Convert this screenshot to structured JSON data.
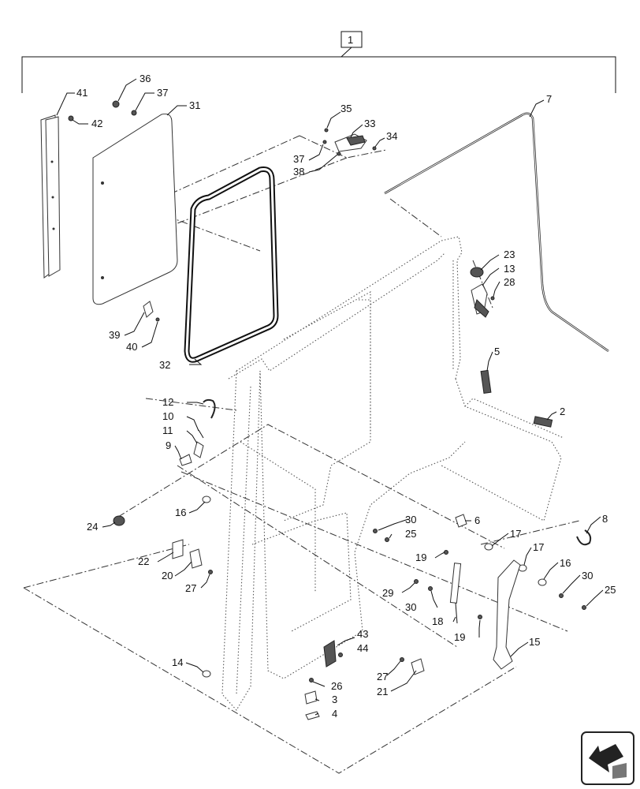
{
  "assembly": {
    "number": "1"
  },
  "callouts": [
    {
      "id": "c1",
      "text": "1"
    },
    {
      "id": "c2",
      "text": "2"
    },
    {
      "id": "c3",
      "text": "3"
    },
    {
      "id": "c4",
      "text": "4"
    },
    {
      "id": "c5",
      "text": "5"
    },
    {
      "id": "c6",
      "text": "6"
    },
    {
      "id": "c7",
      "text": "7"
    },
    {
      "id": "c8",
      "text": "8"
    },
    {
      "id": "c9",
      "text": "9"
    },
    {
      "id": "c10",
      "text": "10"
    },
    {
      "id": "c11",
      "text": "11"
    },
    {
      "id": "c12",
      "text": "12"
    },
    {
      "id": "c13",
      "text": "13"
    },
    {
      "id": "c14",
      "text": "14"
    },
    {
      "id": "c15",
      "text": "15"
    },
    {
      "id": "c16a",
      "text": "16"
    },
    {
      "id": "c16b",
      "text": "16"
    },
    {
      "id": "c17a",
      "text": "17"
    },
    {
      "id": "c17b",
      "text": "17"
    },
    {
      "id": "c18",
      "text": "18"
    },
    {
      "id": "c19a",
      "text": "19"
    },
    {
      "id": "c19b",
      "text": "19"
    },
    {
      "id": "c20",
      "text": "20"
    },
    {
      "id": "c21",
      "text": "21"
    },
    {
      "id": "c22",
      "text": "22"
    },
    {
      "id": "c23",
      "text": "23"
    },
    {
      "id": "c24",
      "text": "24"
    },
    {
      "id": "c25a",
      "text": "25"
    },
    {
      "id": "c25b",
      "text": "25"
    },
    {
      "id": "c26",
      "text": "26"
    },
    {
      "id": "c27a",
      "text": "27"
    },
    {
      "id": "c27b",
      "text": "27"
    },
    {
      "id": "c28",
      "text": "28"
    },
    {
      "id": "c29",
      "text": "29"
    },
    {
      "id": "c30a",
      "text": "30"
    },
    {
      "id": "c30b",
      "text": "30"
    },
    {
      "id": "c30c",
      "text": "30"
    },
    {
      "id": "c31",
      "text": "31"
    },
    {
      "id": "c32",
      "text": "32"
    },
    {
      "id": "c33",
      "text": "33"
    },
    {
      "id": "c34",
      "text": "34"
    },
    {
      "id": "c35",
      "text": "35"
    },
    {
      "id": "c36",
      "text": "36"
    },
    {
      "id": "c37a",
      "text": "37"
    },
    {
      "id": "c37b",
      "text": "37"
    },
    {
      "id": "c38",
      "text": "38"
    },
    {
      "id": "c39",
      "text": "39"
    },
    {
      "id": "c40",
      "text": "40"
    },
    {
      "id": "c41",
      "text": "41"
    },
    {
      "id": "c42",
      "text": "42"
    },
    {
      "id": "c43",
      "text": "43"
    },
    {
      "id": "c44",
      "text": "44"
    }
  ],
  "navigation": {
    "icon": "next-page-arrow-icon"
  }
}
